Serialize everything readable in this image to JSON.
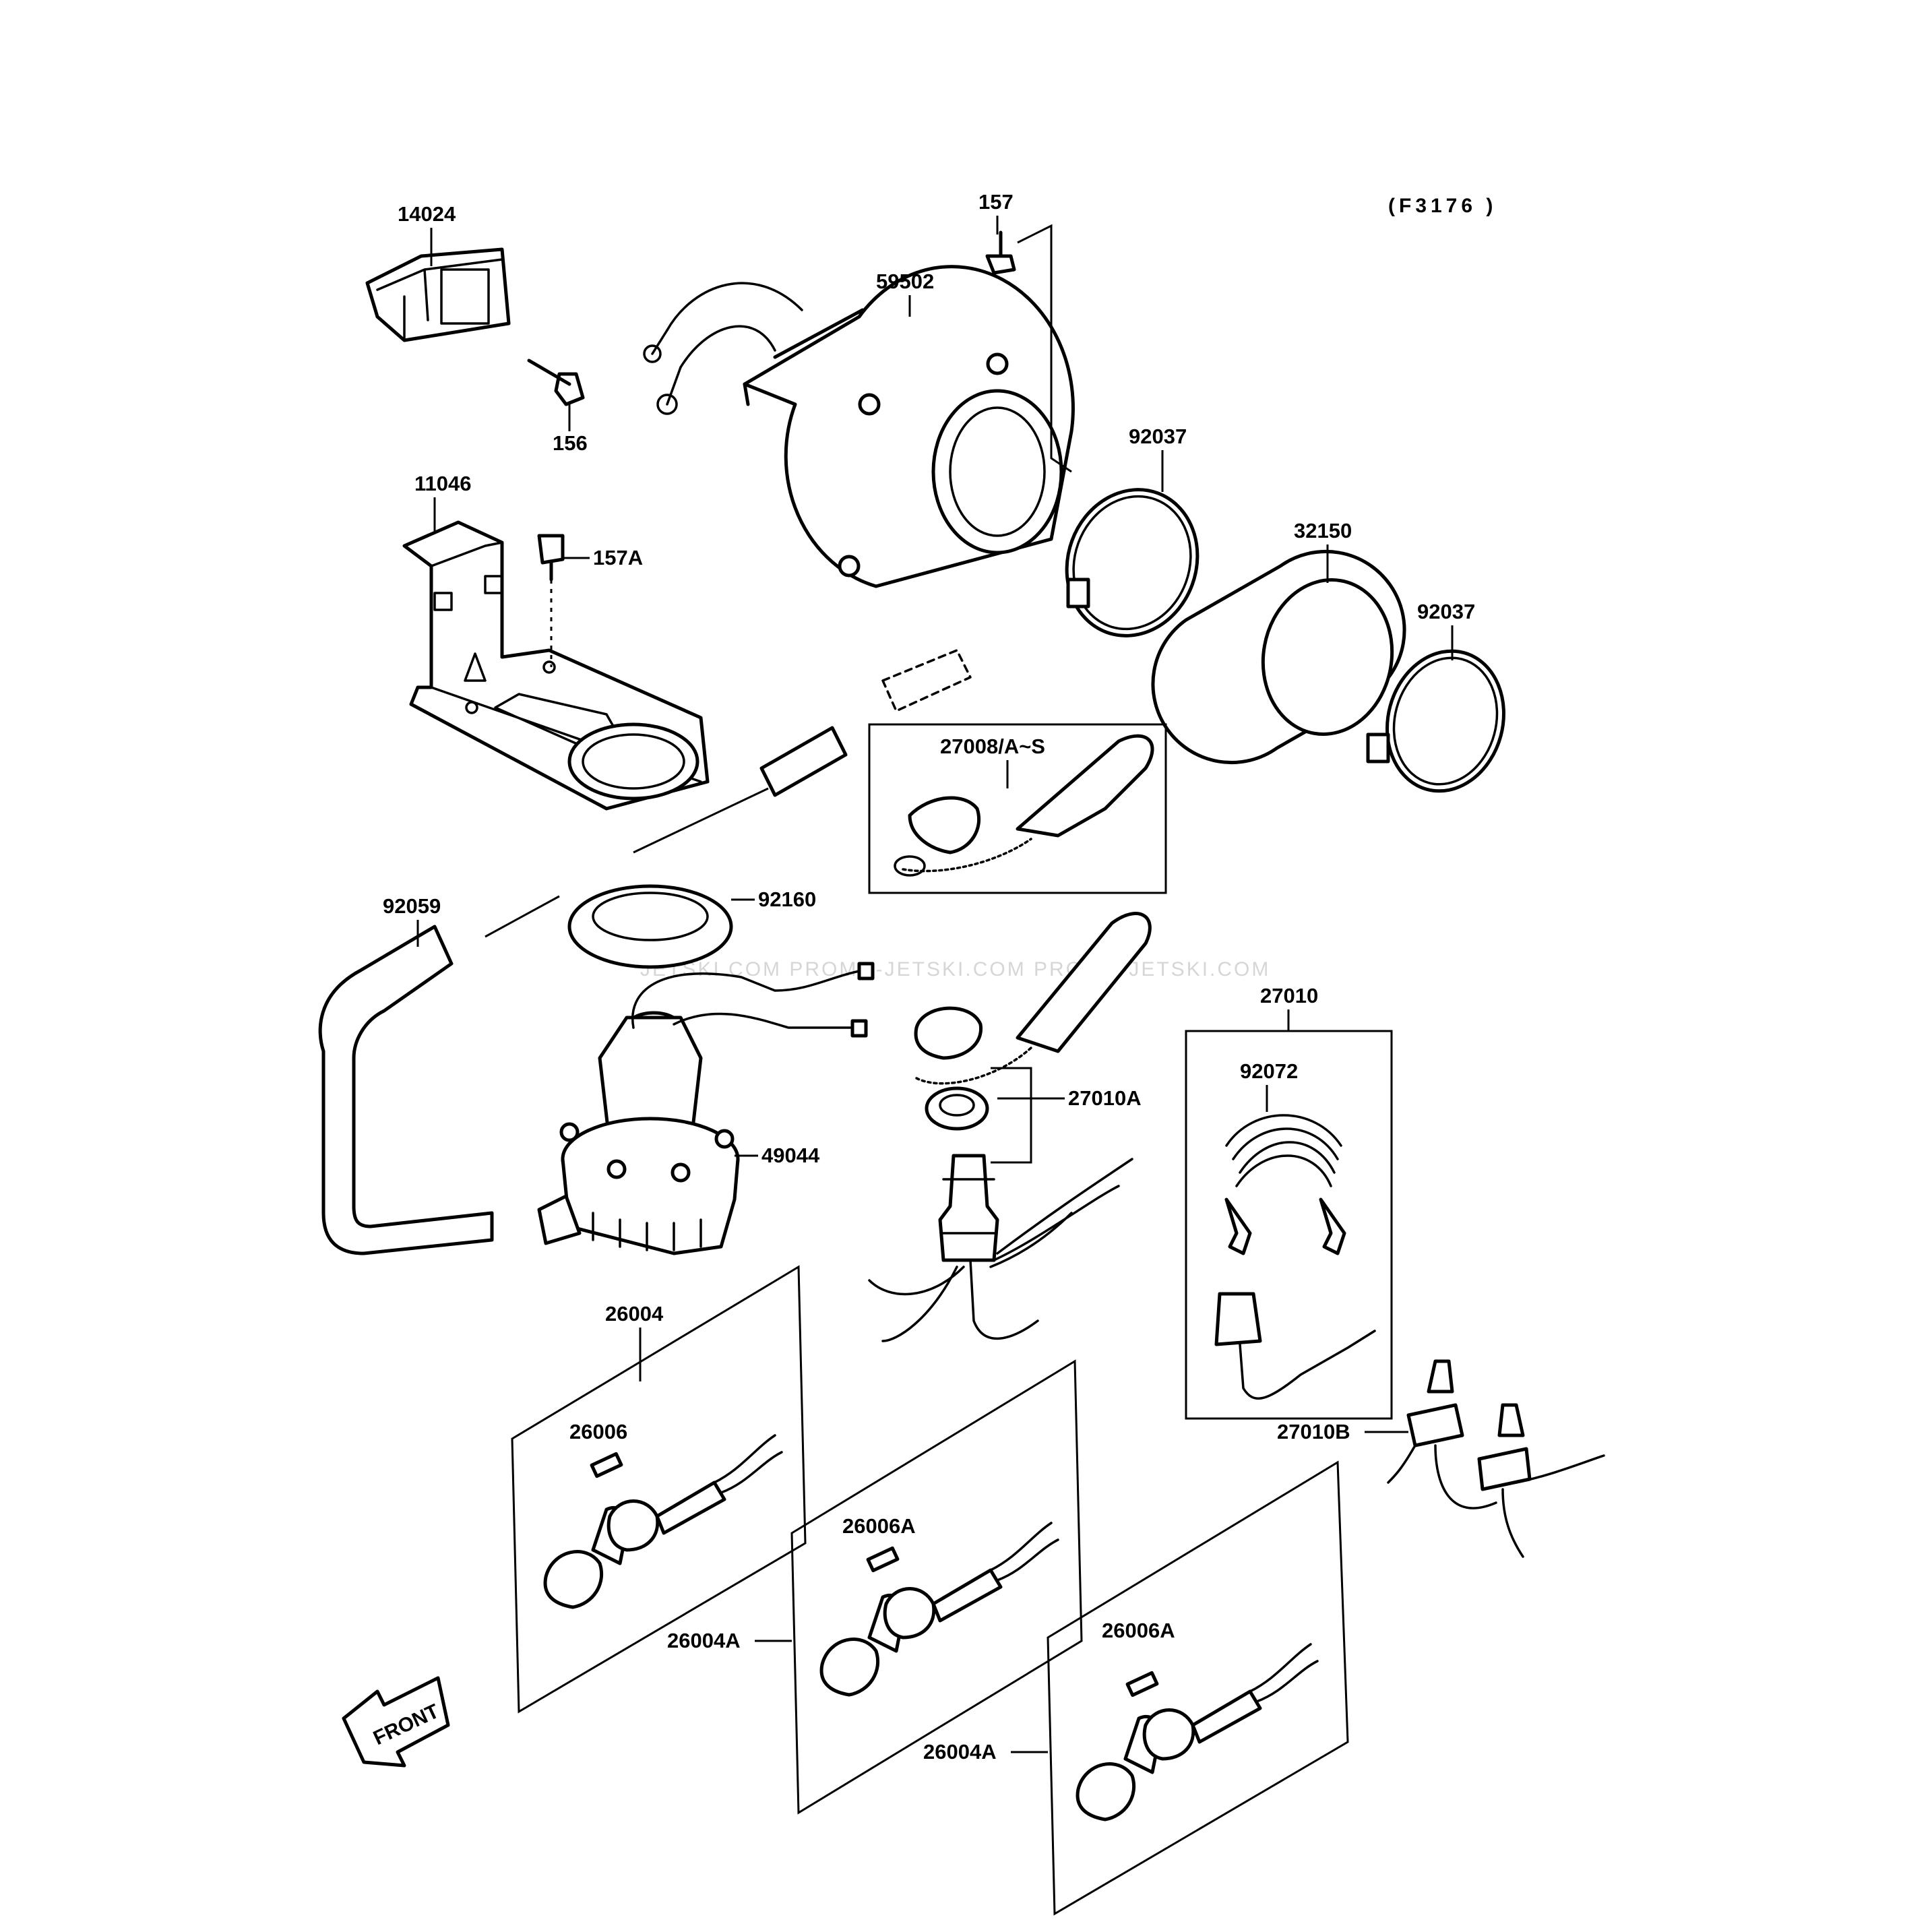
{
  "ref_code": "(F3176 )",
  "watermark": "JETSKI.COM   PROMO-JETSKI.COM   PROMO-JETSKI.COM",
  "front_label": "FRONT",
  "labels": {
    "p14024": "14024",
    "p156": "156",
    "p157": "157",
    "p59502": "59502",
    "p11046": "11046",
    "p157A": "157A",
    "p92037a": "92037",
    "p32150": "32150",
    "p92037b": "92037",
    "p27008": "27008/A~S",
    "p92059": "92059",
    "p92160": "92160",
    "p27010": "27010",
    "p92072": "92072",
    "p27010A": "27010A",
    "p49044": "49044",
    "p26004": "26004",
    "p26006": "26006",
    "p26006A_1": "26006A",
    "p27010B": "27010B",
    "p26004A_1": "26004A",
    "p26006A_2": "26006A",
    "p26004A_2": "26004A"
  }
}
